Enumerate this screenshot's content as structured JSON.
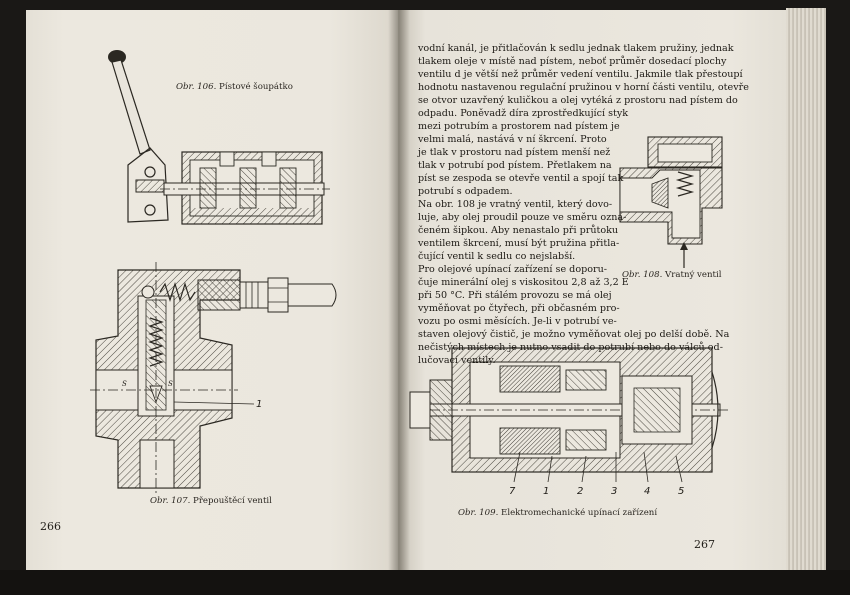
{
  "left_page": {
    "page_number": "266",
    "figures": [
      {
        "label": "Obr. 106.",
        "caption": "Pístové šoupátko"
      },
      {
        "label": "Obr. 107.",
        "caption": "Přepouštěcí ventil",
        "callouts": [
          "1",
          "S",
          "S"
        ]
      }
    ]
  },
  "right_page": {
    "page_number": "267",
    "text_lines": [
      "vodní kanál, je přitlačován k sedlu jednak tlakem pružiny, jednak",
      "tlakem oleje v místě nad pístem, neboť průměr dosedací plochy",
      "ventilu d je větší než průměr vedení ventilu. Jakmile tlak přestoupí",
      "hodnotu nastavenou regulační pružinou v horní části ventilu, otevře",
      "se otvor uzavřený kuličkou a olej vytéká z prostoru nad pístem do",
      "odpadu. Poněvadž díra zprostředkující styk",
      "mezi potrubím a prostorem nad pístem je",
      "velmi malá, nastává v ní škrcení. Proto",
      "je tlak v prostoru nad pístem menší než",
      "tlak v potrubí pod pístem. Přetlakem na",
      "píst se zespoda se otevře ventil a spojí tak",
      "potrubí s odpadem.",
      "Na obr. 108 je vratný ventil, který dovo-",
      "luje, aby olej proudil pouze ve směru ozna-",
      "čeném šipkou. Aby nenastalo při průtoku",
      "ventilem škrcení, musí být pružina přitla-",
      "čující ventil k sedlu co nejslabší.",
      "Pro olejové upínací zařízení se doporu-",
      "čuje minerální olej s viskositou 2,8 až 3,2 E",
      "při 50 °C. Při stálém provozu se má olej",
      "vyměňovat po čtyřech, při občasném pro-",
      "vozu po osmi měsících. Je-li v potrubí ve-",
      "staven olejový čistič, je možno vyměňovat olej po delší době. Na",
      "nečistých místech je nutno vsadit do potrubí nebo do válců od-",
      "lučovací ventily."
    ],
    "figures": [
      {
        "label": "Obr. 108.",
        "caption": "Vratný ventil"
      },
      {
        "label": "Obr. 109.",
        "caption": "Elektromechanické upínací zařízení",
        "callouts": [
          "7",
          "1",
          "2",
          "3",
          "4",
          "5"
        ]
      }
    ]
  }
}
